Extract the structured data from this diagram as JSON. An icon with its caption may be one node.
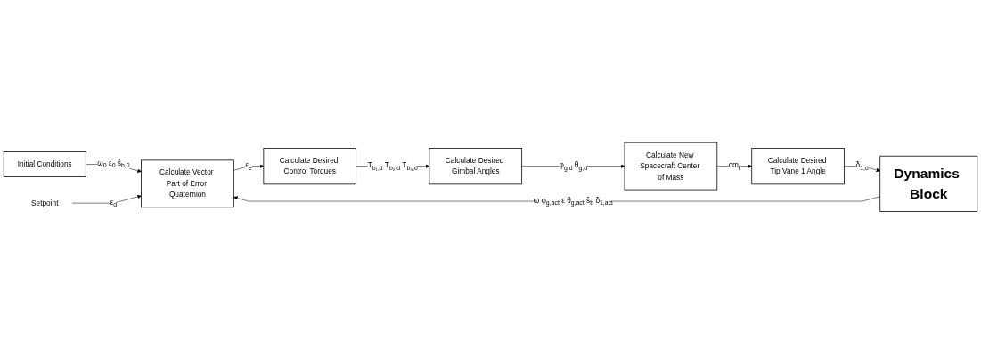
{
  "diagram": {
    "nodes": [
      {
        "text": [
          "Initial Conditions"
        ]
      },
      {
        "text": [
          "Setpoint"
        ]
      },
      {
        "text": [
          "Calculate Vector Part of Error Quaternion"
        ]
      },
      {
        "text": [
          "Calculate Desired Control Torques"
        ]
      },
      {
        "text": [
          "Calculate Desired Gimbal Angles"
        ]
      },
      {
        "text": [
          "Calculate New Spacecraft Center of Mass"
        ]
      },
      {
        "text": [
          "Calculate Desired Tip Vane 1 Angle"
        ]
      },
      {
        "text": [
          "Dynamics Block"
        ]
      }
    ],
    "edges": [
      {
        "from": 0,
        "to": 2,
        "arrow": "to",
        "label": "ω$_{0}$ ε$_{0}$ ŝ$_{b,0}$"
      },
      {
        "from": 1,
        "to": 2,
        "arrow": "to",
        "label": "ε$_{d}$"
      },
      {
        "from": 2,
        "to": 3,
        "arrow": "to",
        "label": "ε$_{e}$"
      },
      {
        "from": 3,
        "to": 4,
        "arrow": "to",
        "label": "T$_{b₁,d}$ T$_{b₂,d}$ T$_{b₃,d}$"
      },
      {
        "from": 4,
        "to": 5,
        "arrow": "to",
        "label": "φ$_{g,d}$ θ$_{g,d}$"
      },
      {
        "from": 5,
        "to": 6,
        "arrow": "to",
        "label": "cm$_{t}$"
      },
      {
        "from": 6,
        "to": 7,
        "arrow": "to",
        "label": "δ$_{1,d}$"
      },
      {
        "from": 7,
        "to": 2,
        "arrow": "to",
        "label": "ω φ$_{g,act}$ ε θ$_{g,act}$ ŝ$_{b}$ δ$_{1,act}$"
      }
    ]
  }
}
